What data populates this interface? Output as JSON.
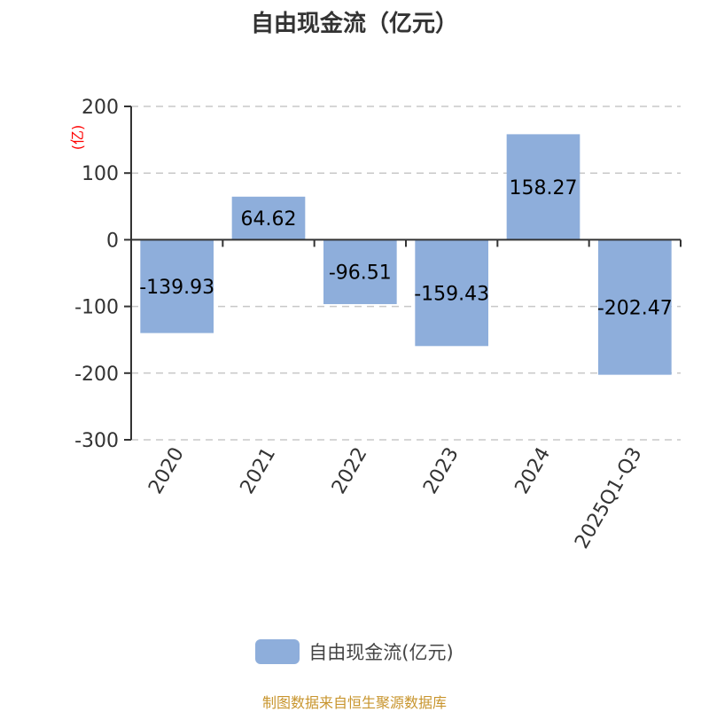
{
  "chart_data": {
    "type": "bar",
    "title": "自由现金流（亿元）",
    "ylabel": "(亿)",
    "xlabel": "",
    "categories": [
      "2020",
      "2021",
      "2022",
      "2023",
      "2024",
      "2025Q1-Q3"
    ],
    "series": [
      {
        "name": "自由现金流(亿元)",
        "values": [
          -139.93,
          64.62,
          -96.51,
          -159.43,
          158.27,
          -202.47
        ],
        "color": "#8eaedb"
      }
    ],
    "ylim": [
      -300,
      200
    ],
    "yticks": [
      200,
      100,
      0,
      -100,
      -200,
      -300
    ],
    "grid": true,
    "legend": "bottom-center"
  },
  "footer": "制图数据来自恒生聚源数据库",
  "colors": {
    "bar": "#8eaedb",
    "ylabel": "#ff0000",
    "footer": "#c8952e"
  }
}
